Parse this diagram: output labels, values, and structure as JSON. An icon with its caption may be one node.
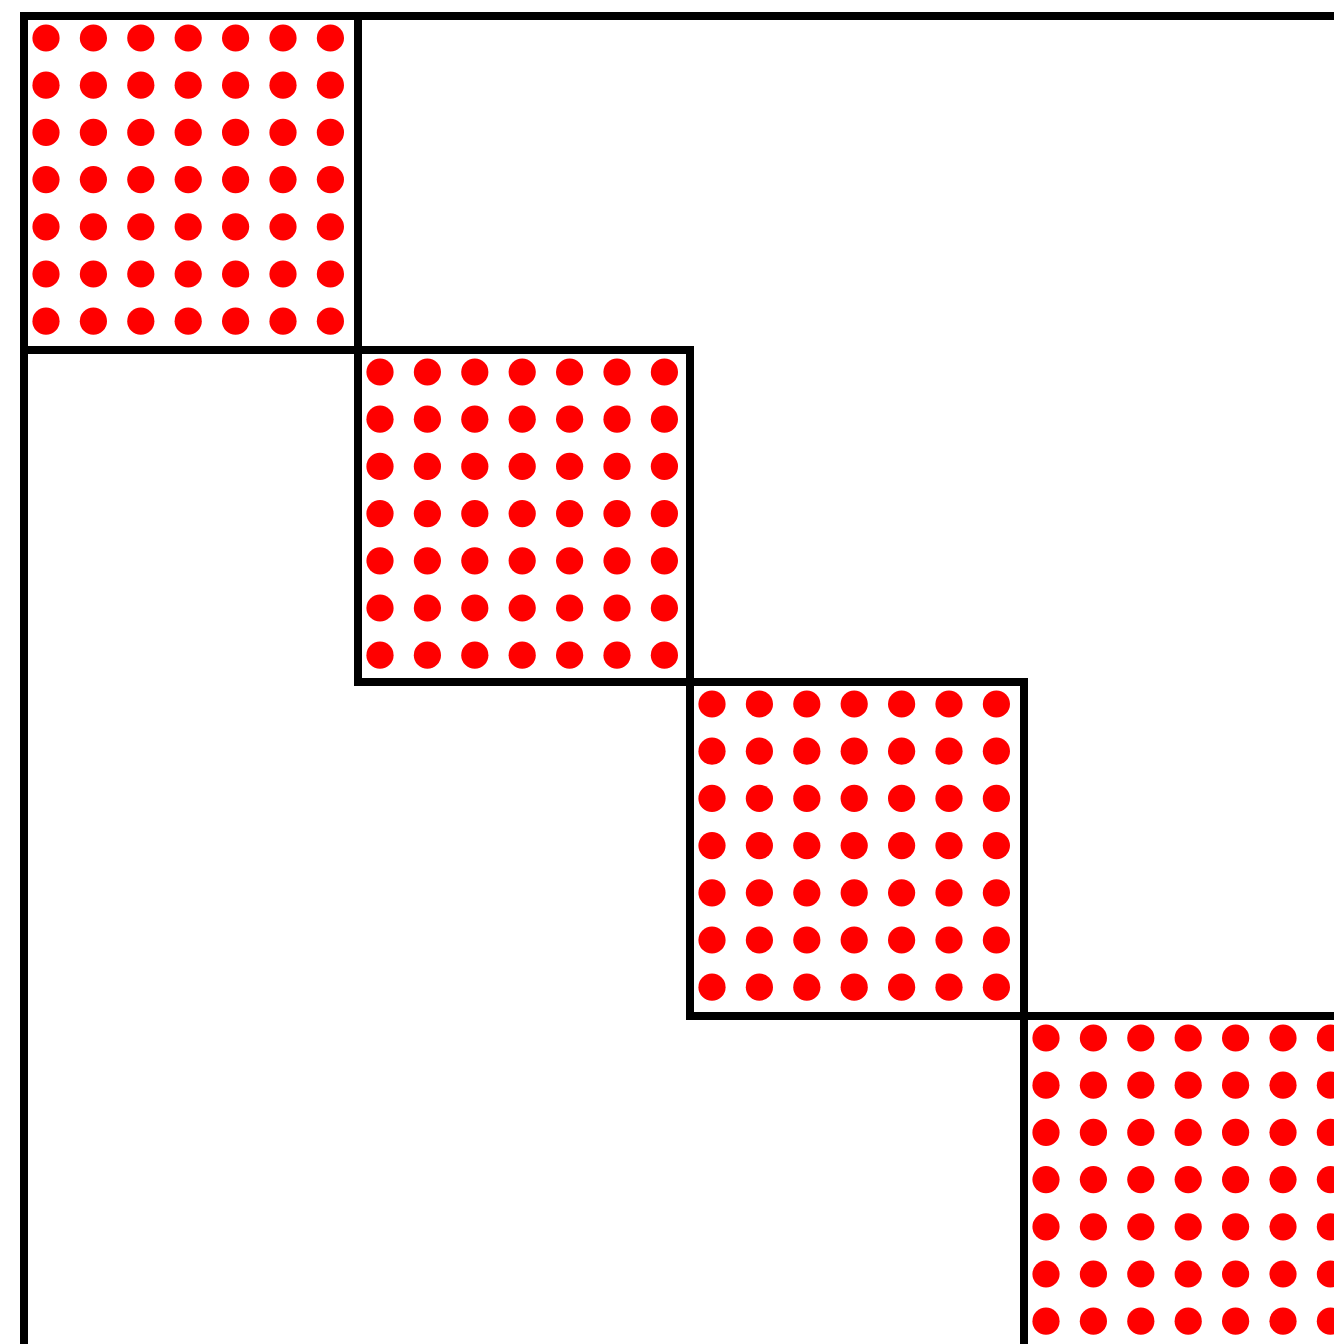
{
  "diagram": {
    "nodes": [
      {
        "text": [],
        "shape": "box"
      },
      {
        "text": [],
        "shape": "box",
        "in": 0
      },
      {
        "text": [],
        "shape": "box",
        "in": 0
      },
      {
        "text": [],
        "shape": "box",
        "in": 0
      },
      {
        "text": [],
        "shape": "box",
        "in": 0
      }
    ]
  }
}
